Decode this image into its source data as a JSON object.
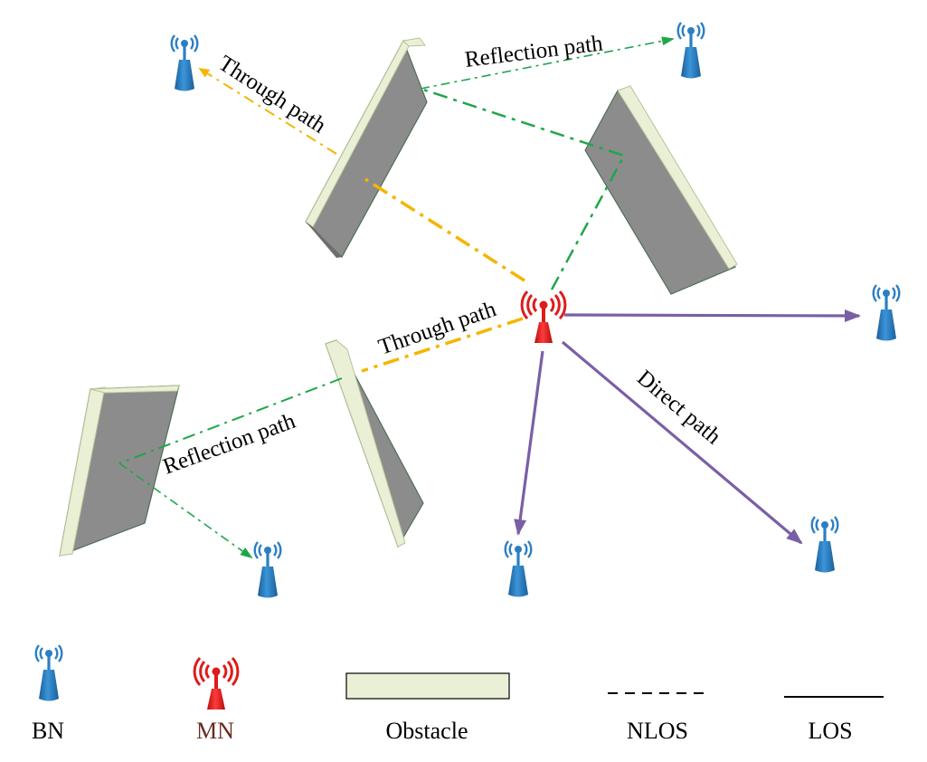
{
  "colors": {
    "bn_fill": "#2a7fc4",
    "mn_fill": "#e01b1b",
    "obstacle_face": "#8f8f8f",
    "obstacle_edge": "#eaf0d6",
    "through_path": "#f5b500",
    "reflection_path": "#1fa64a",
    "direct_path": "#7a5fa6",
    "mn_label": "#6b2a1e"
  },
  "icons": {
    "bn": "base-station-antenna-icon",
    "mn": "mobile-node-antenna-icon"
  },
  "labels": {
    "through_top": "Through path",
    "reflection_top": "Reflection path",
    "through_mid": "Through path",
    "reflection_bottom": "Reflection path",
    "direct": "Direct path"
  },
  "legend": {
    "bn": "BN",
    "mn": "MN",
    "obstacle": "Obstacle",
    "nlos": "NLOS",
    "los": "LOS"
  }
}
